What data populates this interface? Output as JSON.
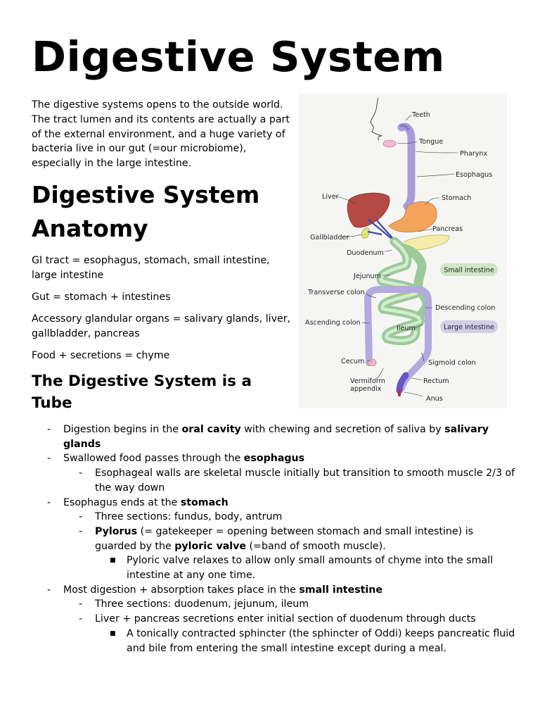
{
  "title": "Digestive System",
  "intro": "The digestive systems opens to the outside world. The tract lumen and its contents are actually a part of the external environment, and a huge variety of bacteria live in our gut (=our microbiome), especially in the large intestine.",
  "anatomy": {
    "heading": "Digestive System Anatomy",
    "paragraphs": [
      "GI tract = esophagus, stomach, small intestine, large intestine",
      "Gut = stomach + intestines",
      "Accessory glandular organs = salivary glands, liver, gallbladder, pancreas",
      "Food + secretions = chyme"
    ]
  },
  "tube": {
    "heading": "The Digestive System is a Tube",
    "bullets": [
      {
        "level": 1,
        "marker": "-",
        "parts": [
          {
            "t": "Digestion begins in the "
          },
          {
            "t": "oral cavity",
            "b": true
          },
          {
            "t": " with chewing and secretion of saliva by "
          },
          {
            "t": "salivary glands",
            "b": true
          }
        ]
      },
      {
        "level": 1,
        "marker": "-",
        "parts": [
          {
            "t": "Swallowed food passes through the "
          },
          {
            "t": "esophagus",
            "b": true
          }
        ]
      },
      {
        "level": 2,
        "marker": "-",
        "parts": [
          {
            "t": "Esophageal walls are skeletal muscle initially but transition to smooth muscle 2/3 of the way down"
          }
        ]
      },
      {
        "level": 1,
        "marker": "-",
        "parts": [
          {
            "t": "Esophagus ends at the "
          },
          {
            "t": "stomach",
            "b": true
          }
        ]
      },
      {
        "level": 2,
        "marker": "-",
        "parts": [
          {
            "t": "Three sections: fundus, body, antrum"
          }
        ]
      },
      {
        "level": 2,
        "marker": "-",
        "parts": [
          {
            "t": "Pylorus",
            "b": true
          },
          {
            "t": " (= gatekeeper = opening between stomach and small intestine) is guarded by the "
          },
          {
            "t": "pyloric valve",
            "b": true
          },
          {
            "t": " (=band of smooth muscle)."
          }
        ]
      },
      {
        "level": 3,
        "marker": "■",
        "parts": [
          {
            "t": "Pyloric valve relaxes to allow only small amounts of chyme into the small intestine at any one time."
          }
        ]
      },
      {
        "level": 1,
        "marker": "-",
        "parts": [
          {
            "t": "Most digestion + absorption takes place in the "
          },
          {
            "t": "small intestine",
            "b": true
          }
        ]
      },
      {
        "level": 2,
        "marker": "-",
        "parts": [
          {
            "t": "Three sections: duodenum, jejunum, ileum"
          }
        ]
      },
      {
        "level": 2,
        "marker": "-",
        "parts": [
          {
            "t": "Liver + pancreas secretions enter initial section of duodenum through ducts"
          }
        ]
      },
      {
        "level": 3,
        "marker": "■",
        "parts": [
          {
            "t": "A tonically contracted sphincter (the sphincter of Oddi) keeps pancreatic fluid and bile from entering the small intestine except during a meal."
          }
        ]
      }
    ]
  },
  "diagram": {
    "labels": {
      "teeth": "Teeth",
      "tongue": "Tongue",
      "pharynx": "Pharynx",
      "esophagus": "Esophagus",
      "liver": "Liver",
      "stomach": "Stomach",
      "gallbladder": "Gallbladder",
      "pancreas": "Pancreas",
      "duodenum": "Duodenum",
      "jejunum": "Jejunum",
      "transverse_colon": "Transverse colon",
      "descending_colon": "Descending colon",
      "ascending_colon": "Ascending colon",
      "ileum": "Ileum",
      "cecum": "Cecum",
      "sigmoid_colon": "Sigmoid colon",
      "vermiform_line1": "Vermiform",
      "vermiform_line2": "appendix",
      "rectum": "Rectum",
      "anus": "Anus"
    },
    "legend": [
      {
        "label": "Small intestine",
        "color": "#cfe6c8"
      },
      {
        "label": "Large intestine",
        "color": "#d3cde8"
      }
    ],
    "colors": {
      "background": "#f5f6f4",
      "liver": "#b54a45",
      "stomach": "#f2a55a",
      "pancreas": "#f3ecaa",
      "gallbladder": "#dfe27a",
      "esophagus": "#a99bd9",
      "small_intestine": "#b6dcb0",
      "large_intestine": "#b4aae0",
      "rectum": "#6a56c4",
      "ducts": "#3d4aa8",
      "tongue": "#f2b8d2"
    }
  }
}
